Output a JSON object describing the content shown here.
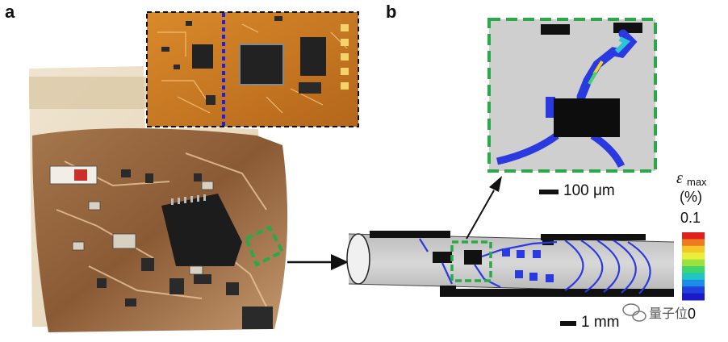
{
  "panels": {
    "a": {
      "label": "a"
    },
    "b": {
      "label": "b"
    }
  },
  "scale_bars": {
    "zoom": "100 μm",
    "main": "1 mm"
  },
  "legend": {
    "symbol": "ε",
    "subscript": "max",
    "unit": "(%)",
    "max_label": "0.1",
    "min_label": "0",
    "colors": [
      "#e0201e",
      "#f07a20",
      "#f4c828",
      "#e8ee3a",
      "#9be23e",
      "#3fd46c",
      "#1fc6c2",
      "#1d8ce6",
      "#2040e0",
      "#1a1ac8"
    ]
  },
  "watermark": {
    "text": "量子位"
  },
  "colors": {
    "zoom_box": "#2aa84a",
    "cut_line": "#1f1fe0",
    "strain_trace": "#2a3ae0",
    "model_body": "#c9c9c9"
  }
}
